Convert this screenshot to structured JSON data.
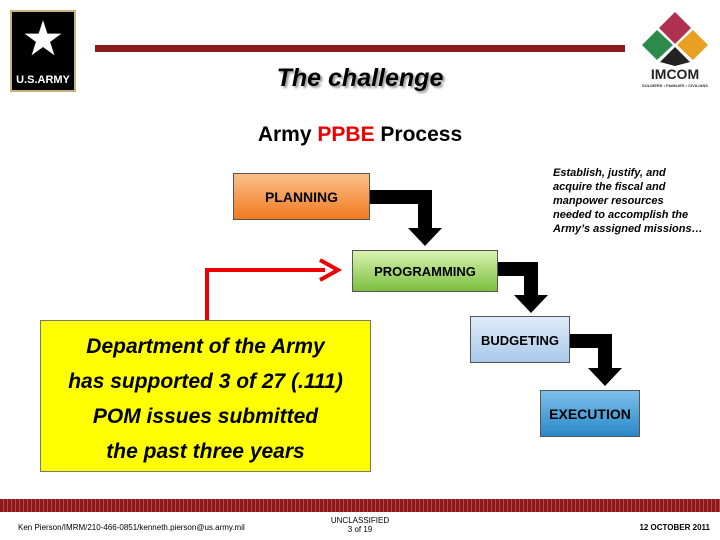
{
  "header": {
    "army_logo_text": "U.S.ARMY",
    "imcom_name": "IMCOM",
    "imcom_tagline": "SOLDIERS • FAMILIES • CIVILIANS",
    "title": "The challenge",
    "subtitle_pre": "Army",
    "subtitle_highlight": "PPBE",
    "subtitle_post": "Process"
  },
  "process": {
    "steps": [
      "PLANNING",
      "PROGRAMMING",
      "BUDGETING",
      "EXECUTION"
    ],
    "note": "Establish, justify, and acquire the fiscal and manpower resources needed to accomplish the Army’s assigned missions…"
  },
  "callout": {
    "lines": [
      "Department of the Army",
      "has supported 3 of 27 (.111)",
      "POM issues submitted",
      "the past three years"
    ]
  },
  "footer": {
    "author": "Ken Pierson/IMRM/210-466-0851/kenneth.pierson@us.army.mil",
    "classification": "UNCLASSIFIED",
    "page": "3 of 19",
    "date": "12 OCTOBER 2011"
  },
  "colors": {
    "accent": "#8b1a1a",
    "highlight": "#ee0000",
    "callout": "#ffff00"
  }
}
